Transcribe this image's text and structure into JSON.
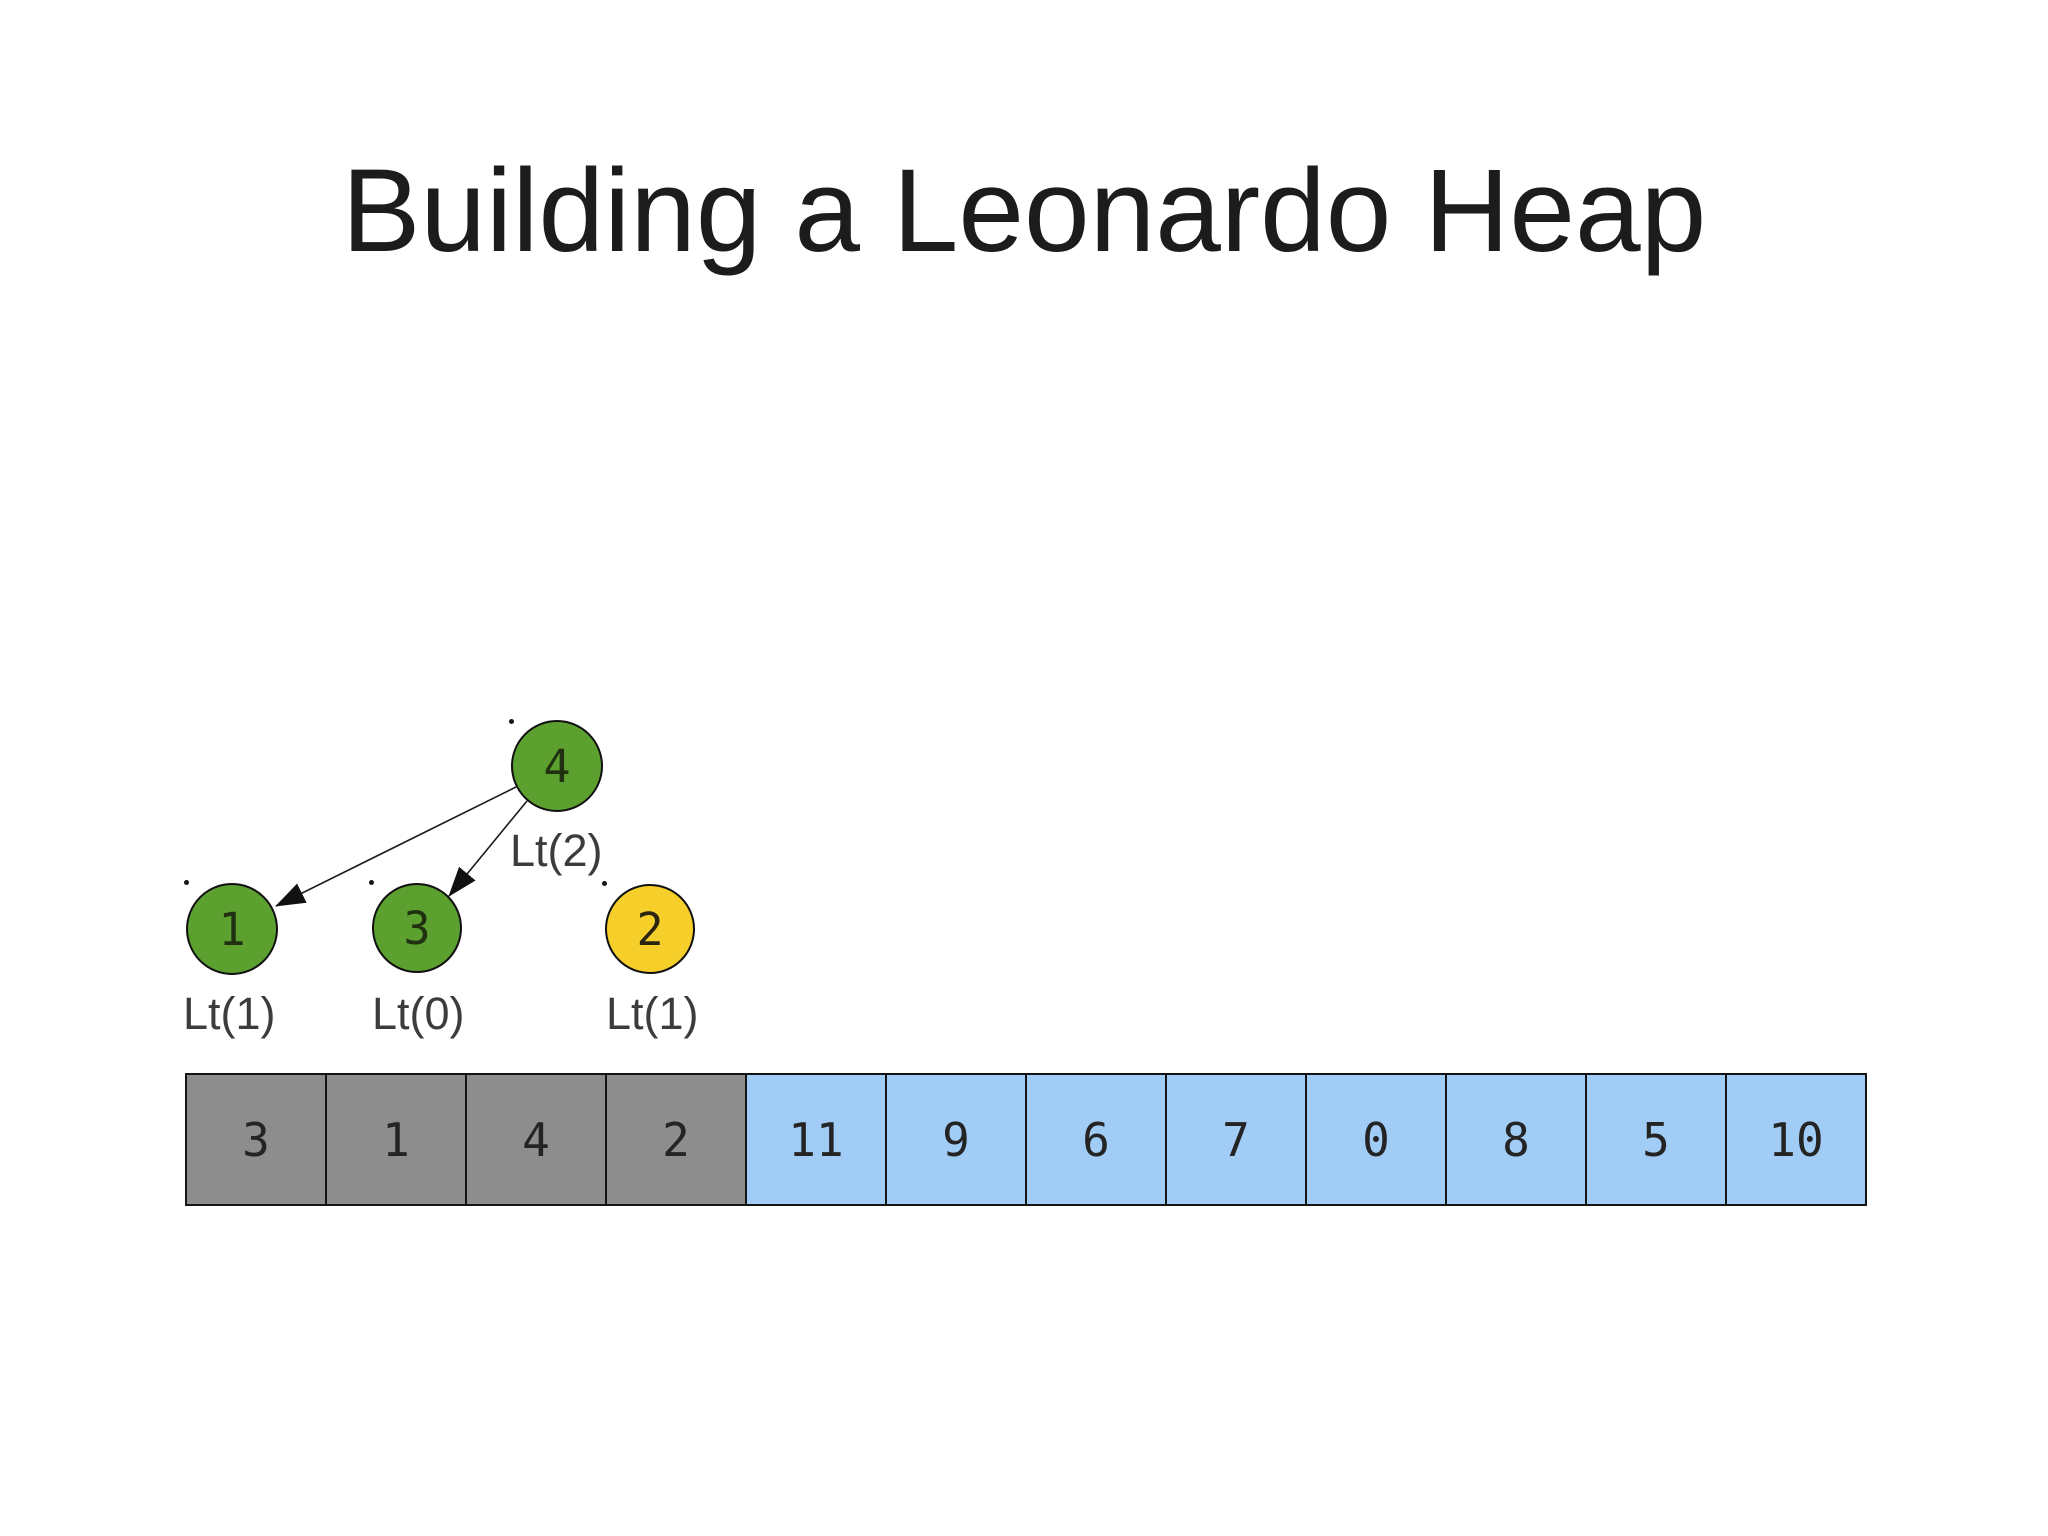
{
  "slide": {
    "title": "Building a Leonardo Heap"
  },
  "tree": {
    "nodes": [
      {
        "id": "root",
        "value": "4",
        "color": "green",
        "order_label": "Lt(2)"
      },
      {
        "id": "left-child",
        "value": "1",
        "color": "green",
        "order_label": "Lt(1)"
      },
      {
        "id": "right-child",
        "value": "3",
        "color": "green",
        "order_label": "Lt(0)"
      },
      {
        "id": "singleton-heap",
        "value": "2",
        "color": "yellow",
        "order_label": "Lt(1)"
      }
    ],
    "edges": [
      {
        "from": "4",
        "to": "1"
      },
      {
        "from": "4",
        "to": "3"
      }
    ]
  },
  "array": {
    "cells": [
      {
        "value": "3",
        "state": "heapified"
      },
      {
        "value": "1",
        "state": "heapified"
      },
      {
        "value": "4",
        "state": "heapified"
      },
      {
        "value": "2",
        "state": "heapified"
      },
      {
        "value": "11",
        "state": "pending"
      },
      {
        "value": "9",
        "state": "pending"
      },
      {
        "value": "6",
        "state": "pending"
      },
      {
        "value": "7",
        "state": "pending"
      },
      {
        "value": "0",
        "state": "pending"
      },
      {
        "value": "8",
        "state": "pending"
      },
      {
        "value": "5",
        "state": "pending"
      },
      {
        "value": "10",
        "state": "pending"
      }
    ]
  },
  "colors": {
    "node_green": "#5ca02f",
    "node_yellow": "#f7cf2b",
    "cell_heapified_gray": "#8d8d8d",
    "cell_pending_blue": "#a0ccf5",
    "title_text": "#1c1c1c",
    "label_text": "#3c3c3c",
    "outline": "#141414"
  }
}
